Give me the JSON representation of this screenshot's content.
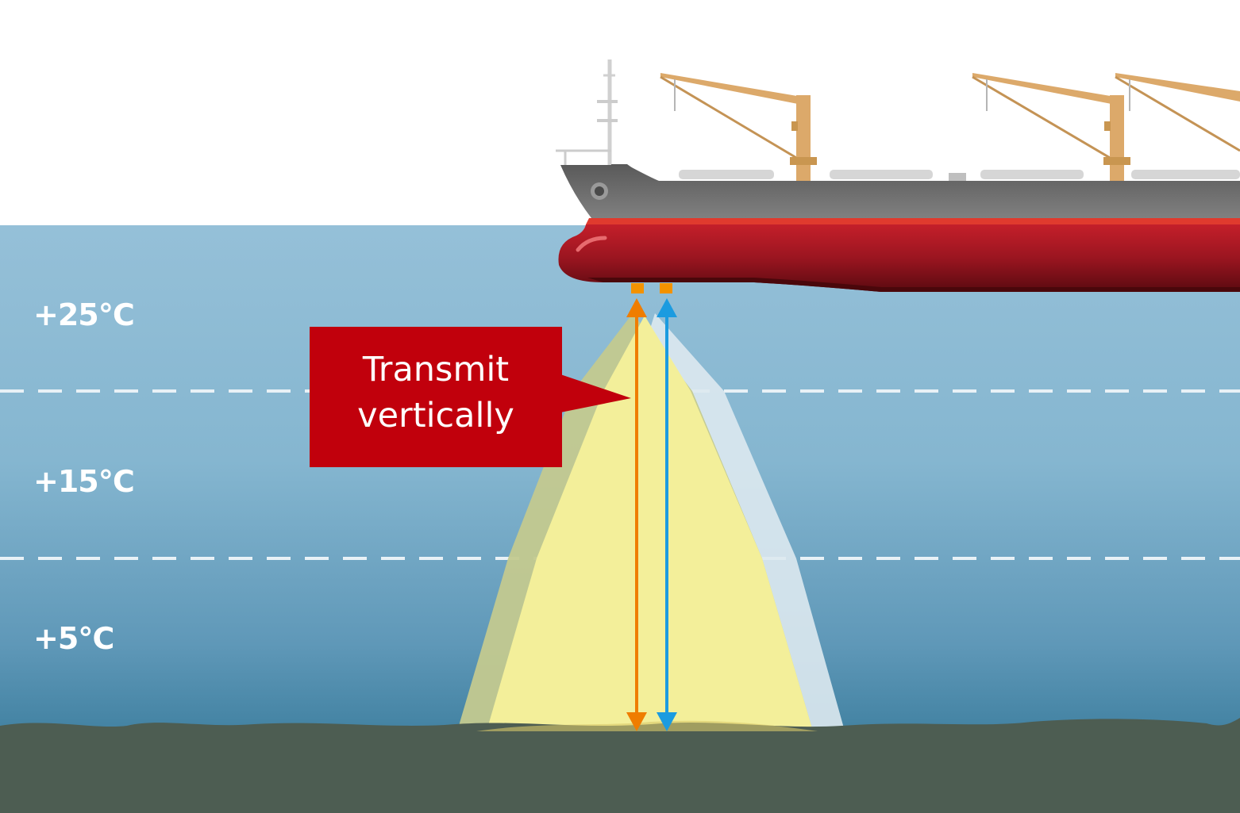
{
  "diagram": {
    "layers": [
      {
        "label": "+25℃"
      },
      {
        "label": "+15℃"
      },
      {
        "label": "+5℃"
      }
    ],
    "callout": {
      "line1": "Transmit",
      "line2": "vertically"
    },
    "colors": {
      "sky": "#ffffff",
      "water_top": "#95c0d8",
      "water_bottom": "#3d7e9e",
      "seabed": "#4d5d52",
      "callout": "#c1000c",
      "beam_yellow": "#f3ef9a",
      "transmit_arrow": "#ef7d00",
      "receive_arrow": "#1b9be0",
      "hull_red": "#9a1520",
      "hull_gray": "#777777",
      "crane": "#dca96a"
    },
    "icons": [
      "ship",
      "transducer",
      "crane"
    ]
  }
}
